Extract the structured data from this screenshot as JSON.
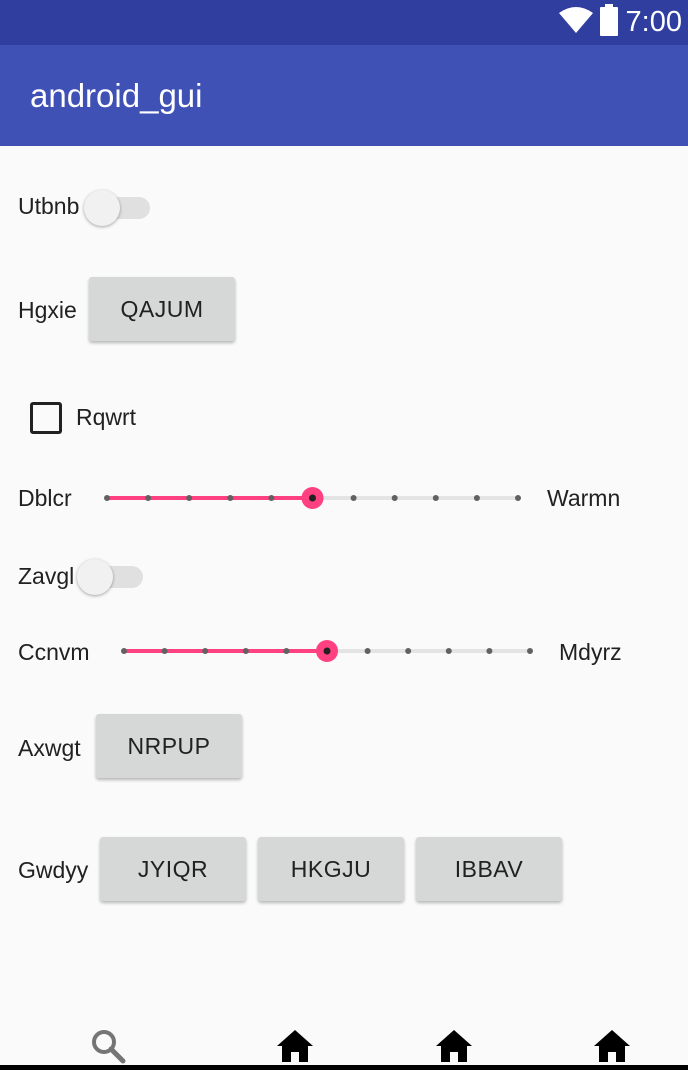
{
  "status_bar": {
    "time": "7:00",
    "icons": [
      "wifi-icon",
      "battery-icon"
    ]
  },
  "app_bar": {
    "title": "android_gui"
  },
  "rows": {
    "switch1": {
      "label": "Utbnb",
      "checked": false
    },
    "button_row1": {
      "label": "Hgxie",
      "button": "QAJUM"
    },
    "checkbox1": {
      "label": "Rqwrt",
      "checked": false
    },
    "seekbar1": {
      "left_label": "Dblcr",
      "right_label": "Warmn",
      "value": 5,
      "max": 10
    },
    "switch2": {
      "label": "Zavgl",
      "checked": false
    },
    "seekbar2": {
      "left_label": "Ccnvm",
      "right_label": "Mdyrz",
      "value": 5,
      "max": 10
    },
    "button_row2": {
      "label": "Axwgt",
      "button": "NRPUP"
    },
    "button_row3": {
      "label": "Gwdyy",
      "buttons": [
        "JYIQR",
        "HKGJU",
        "IBBAV"
      ]
    }
  },
  "bottom_nav": {
    "items": [
      "search-icon",
      "home-icon",
      "home-icon",
      "home-icon"
    ]
  },
  "colors": {
    "primary": "#3f51b5",
    "primary_dark": "#303f9f",
    "accent": "#ff4081",
    "background": "#fafafa",
    "button": "#d6d7d7"
  }
}
